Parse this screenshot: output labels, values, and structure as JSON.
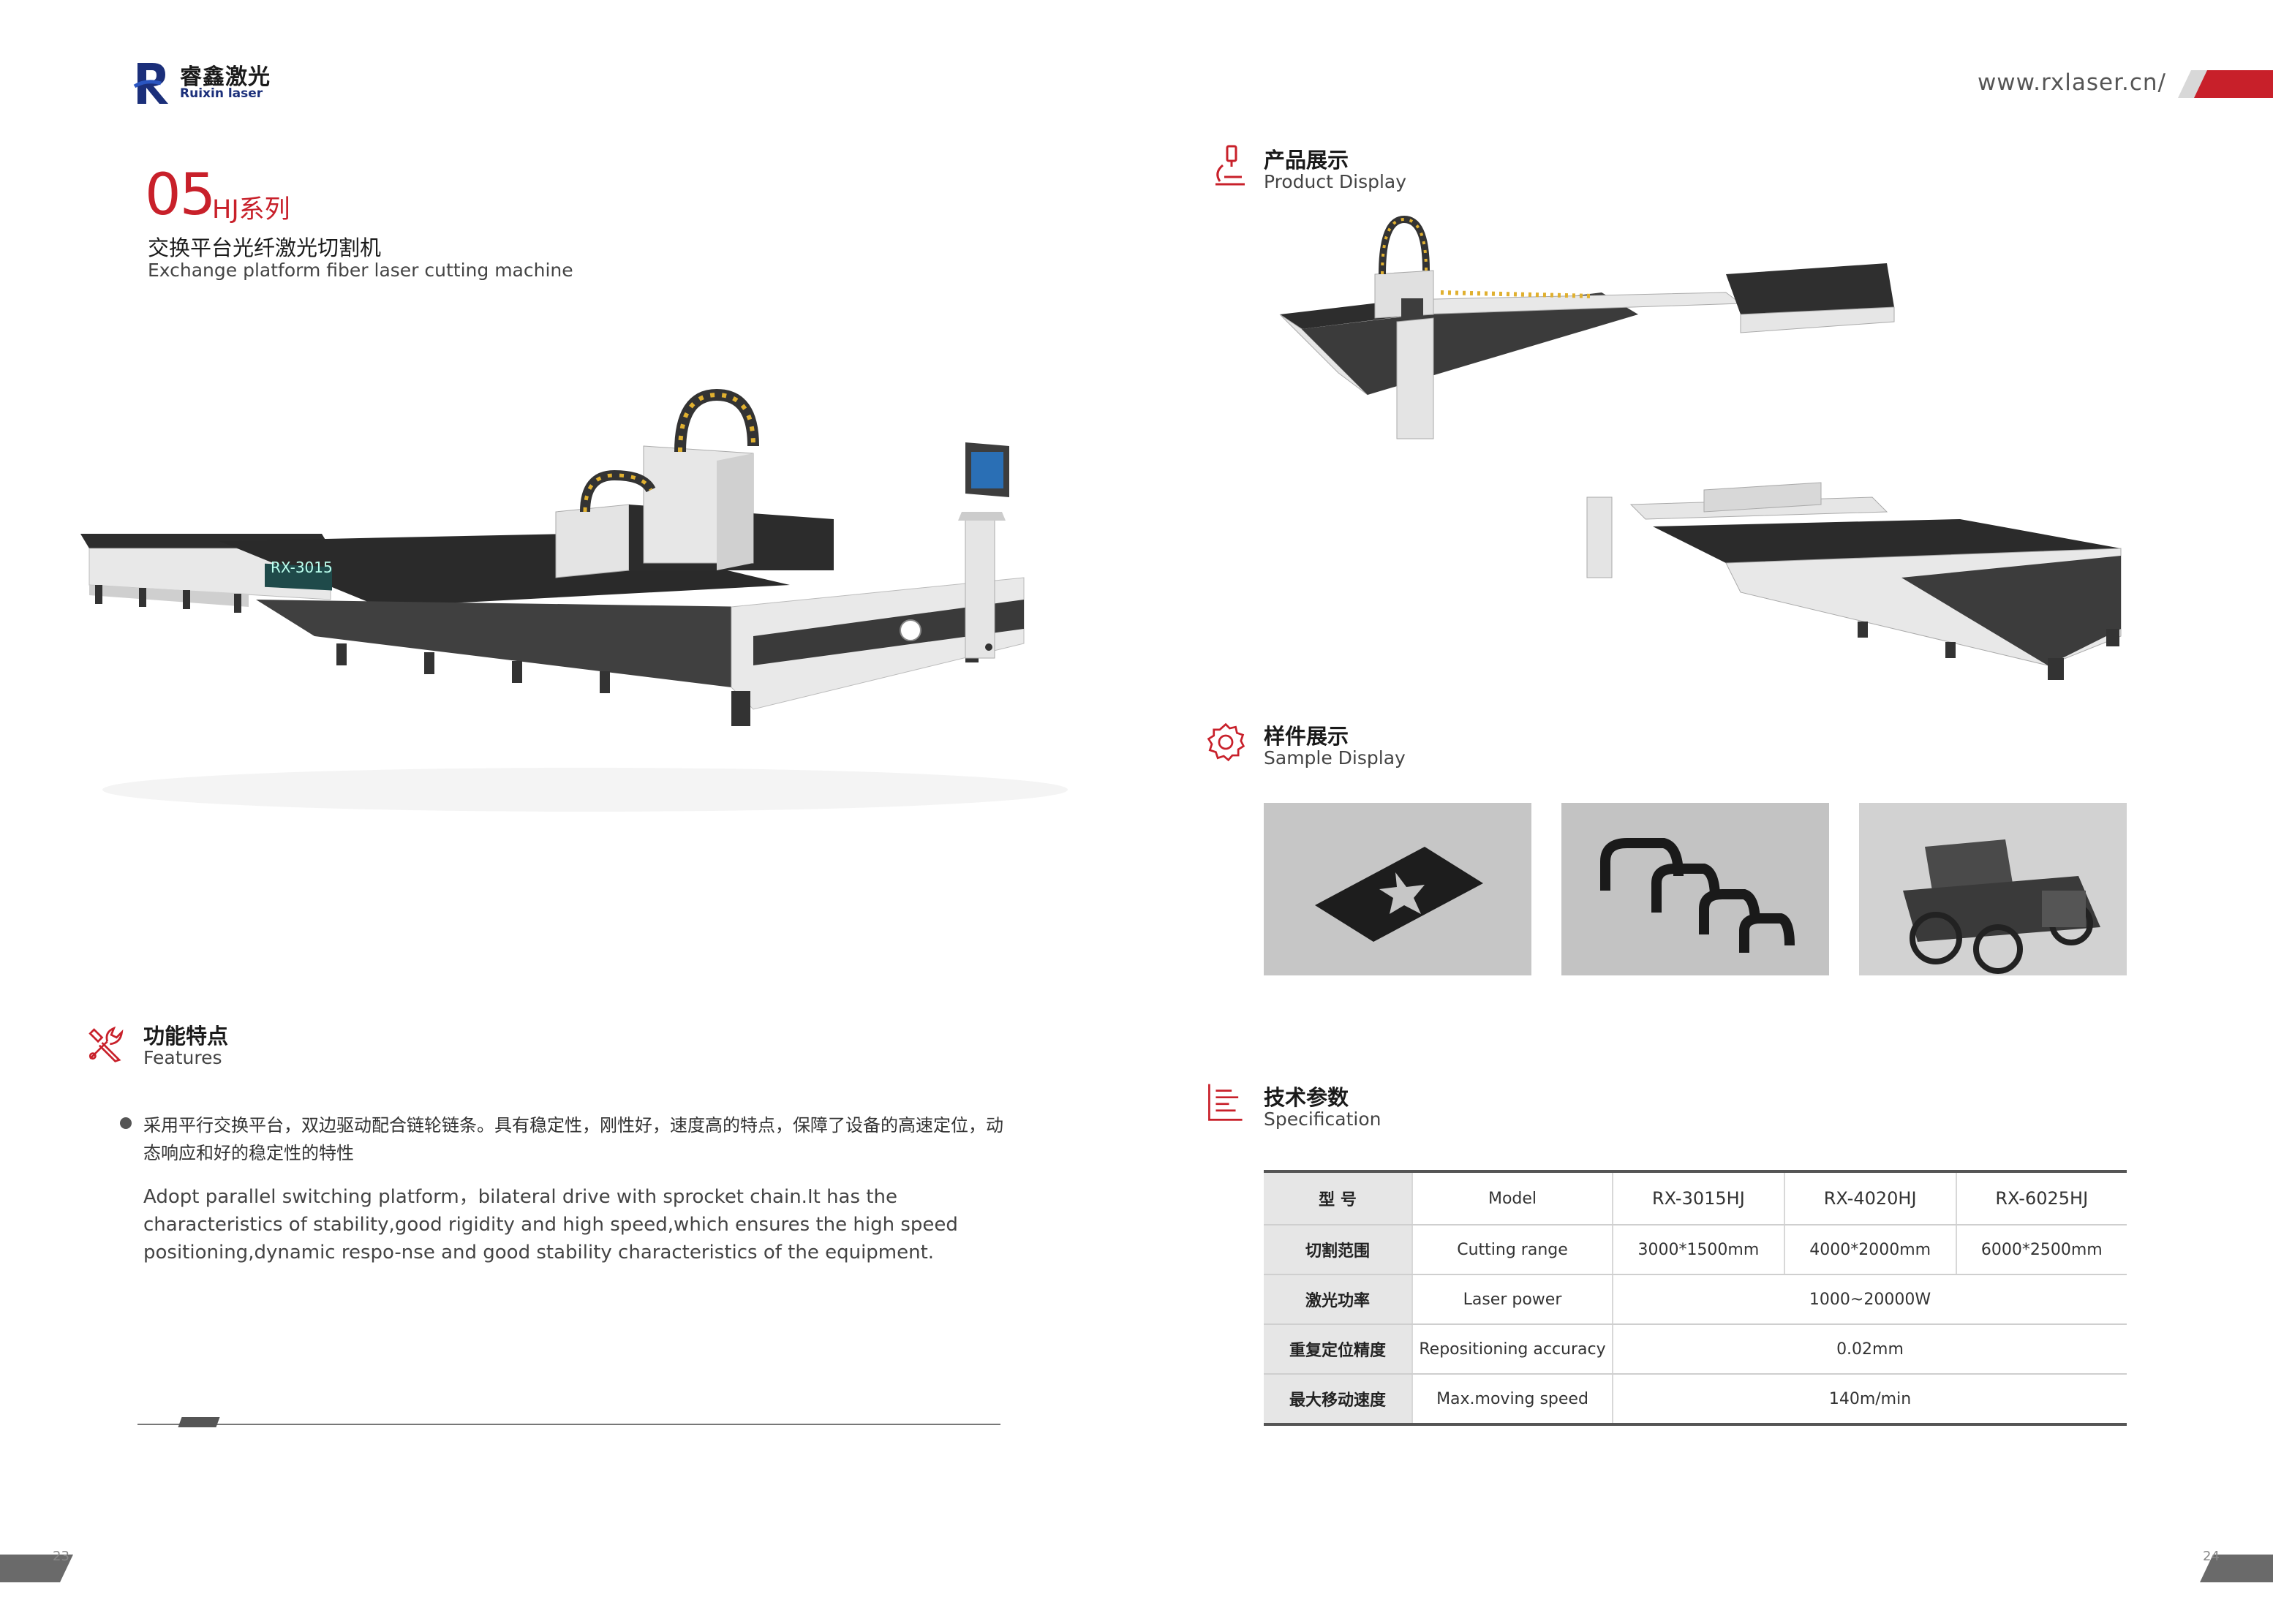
{
  "header": {
    "brand_cn": "睿鑫激光",
    "brand_en": "Ruixin laser",
    "site_url": "www.rxlaser.cn/"
  },
  "series": {
    "number": "05",
    "name": "HJ系列",
    "machine_cn": "交换平台光纤激光切割机",
    "machine_en": "Exchange platform fiber laser cutting machine"
  },
  "machine_plate": "RX-3015",
  "sections": {
    "product": {
      "cn": "产品展示",
      "en": "Product Display"
    },
    "sample": {
      "cn": "样件展示",
      "en": "Sample Display"
    },
    "features": {
      "cn": "功能特点",
      "en": "Features"
    },
    "spec": {
      "cn": "技术参数",
      "en": "Specification"
    }
  },
  "features": {
    "cn": "采用平行交换平台，双边驱动配合链轮链条。具有稳定性，刚性好，速度高的特点，保障了设备的高速定位，动态响应和好的稳定性的特性",
    "en": "Adopt parallel switching platform，bilateral drive with sprocket chain.It has the characteristics of stability,good rigidity and high speed,which ensures the high speed positioning,dynamic respo-nse and good stability characteristics of the equipment."
  },
  "spec": {
    "rows": [
      {
        "cn": "型  号",
        "en": "Model",
        "values": [
          "RX-3015HJ",
          "RX-4020HJ",
          "RX-6025HJ"
        ]
      },
      {
        "cn": "切割范围",
        "en": "Cutting range",
        "values": [
          "3000*1500mm",
          "4000*2000mm",
          "6000*2500mm"
        ]
      },
      {
        "cn": "激光功率",
        "en": "Laser power",
        "values": [
          "1000~20000W"
        ]
      },
      {
        "cn": "重复定位精度",
        "en": "Repositioning  accuracy",
        "values": [
          "0.02mm"
        ]
      },
      {
        "cn": "最大移动速度",
        "en": "Max.moving speed",
        "values": [
          "140m/min"
        ]
      }
    ]
  },
  "pages": {
    "left": "23",
    "right": "24"
  },
  "colors": {
    "accent_red": "#c8202a",
    "brand_blue": "#1b2f7a",
    "machine_dark": "#3a3a3a"
  }
}
